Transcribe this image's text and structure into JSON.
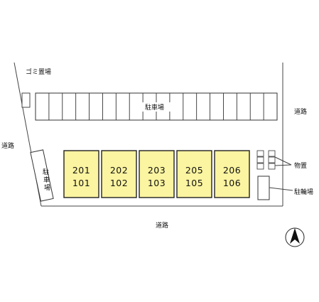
{
  "colors": {
    "unit_fill": "#fbf4a0",
    "unit_stroke": "#222222",
    "line": "#444444",
    "background": "#ffffff"
  },
  "labels": {
    "garbage": "ゴミ置場",
    "parking_top": "駐車場",
    "parking_left": [
      "駐",
      "車",
      "場"
    ],
    "road_right": "道路",
    "road_left": "道路",
    "road_bottom": "道路",
    "storage": "物置",
    "bicycle": "駐輪場",
    "compass_icon": "north-arrow-icon"
  },
  "units": [
    {
      "upper": "201",
      "lower": "101"
    },
    {
      "upper": "202",
      "lower": "102"
    },
    {
      "upper": "203",
      "lower": "103"
    },
    {
      "upper": "205",
      "lower": "105"
    },
    {
      "upper": "206",
      "lower": "106"
    }
  ],
  "parking_top_spaces": 18
}
